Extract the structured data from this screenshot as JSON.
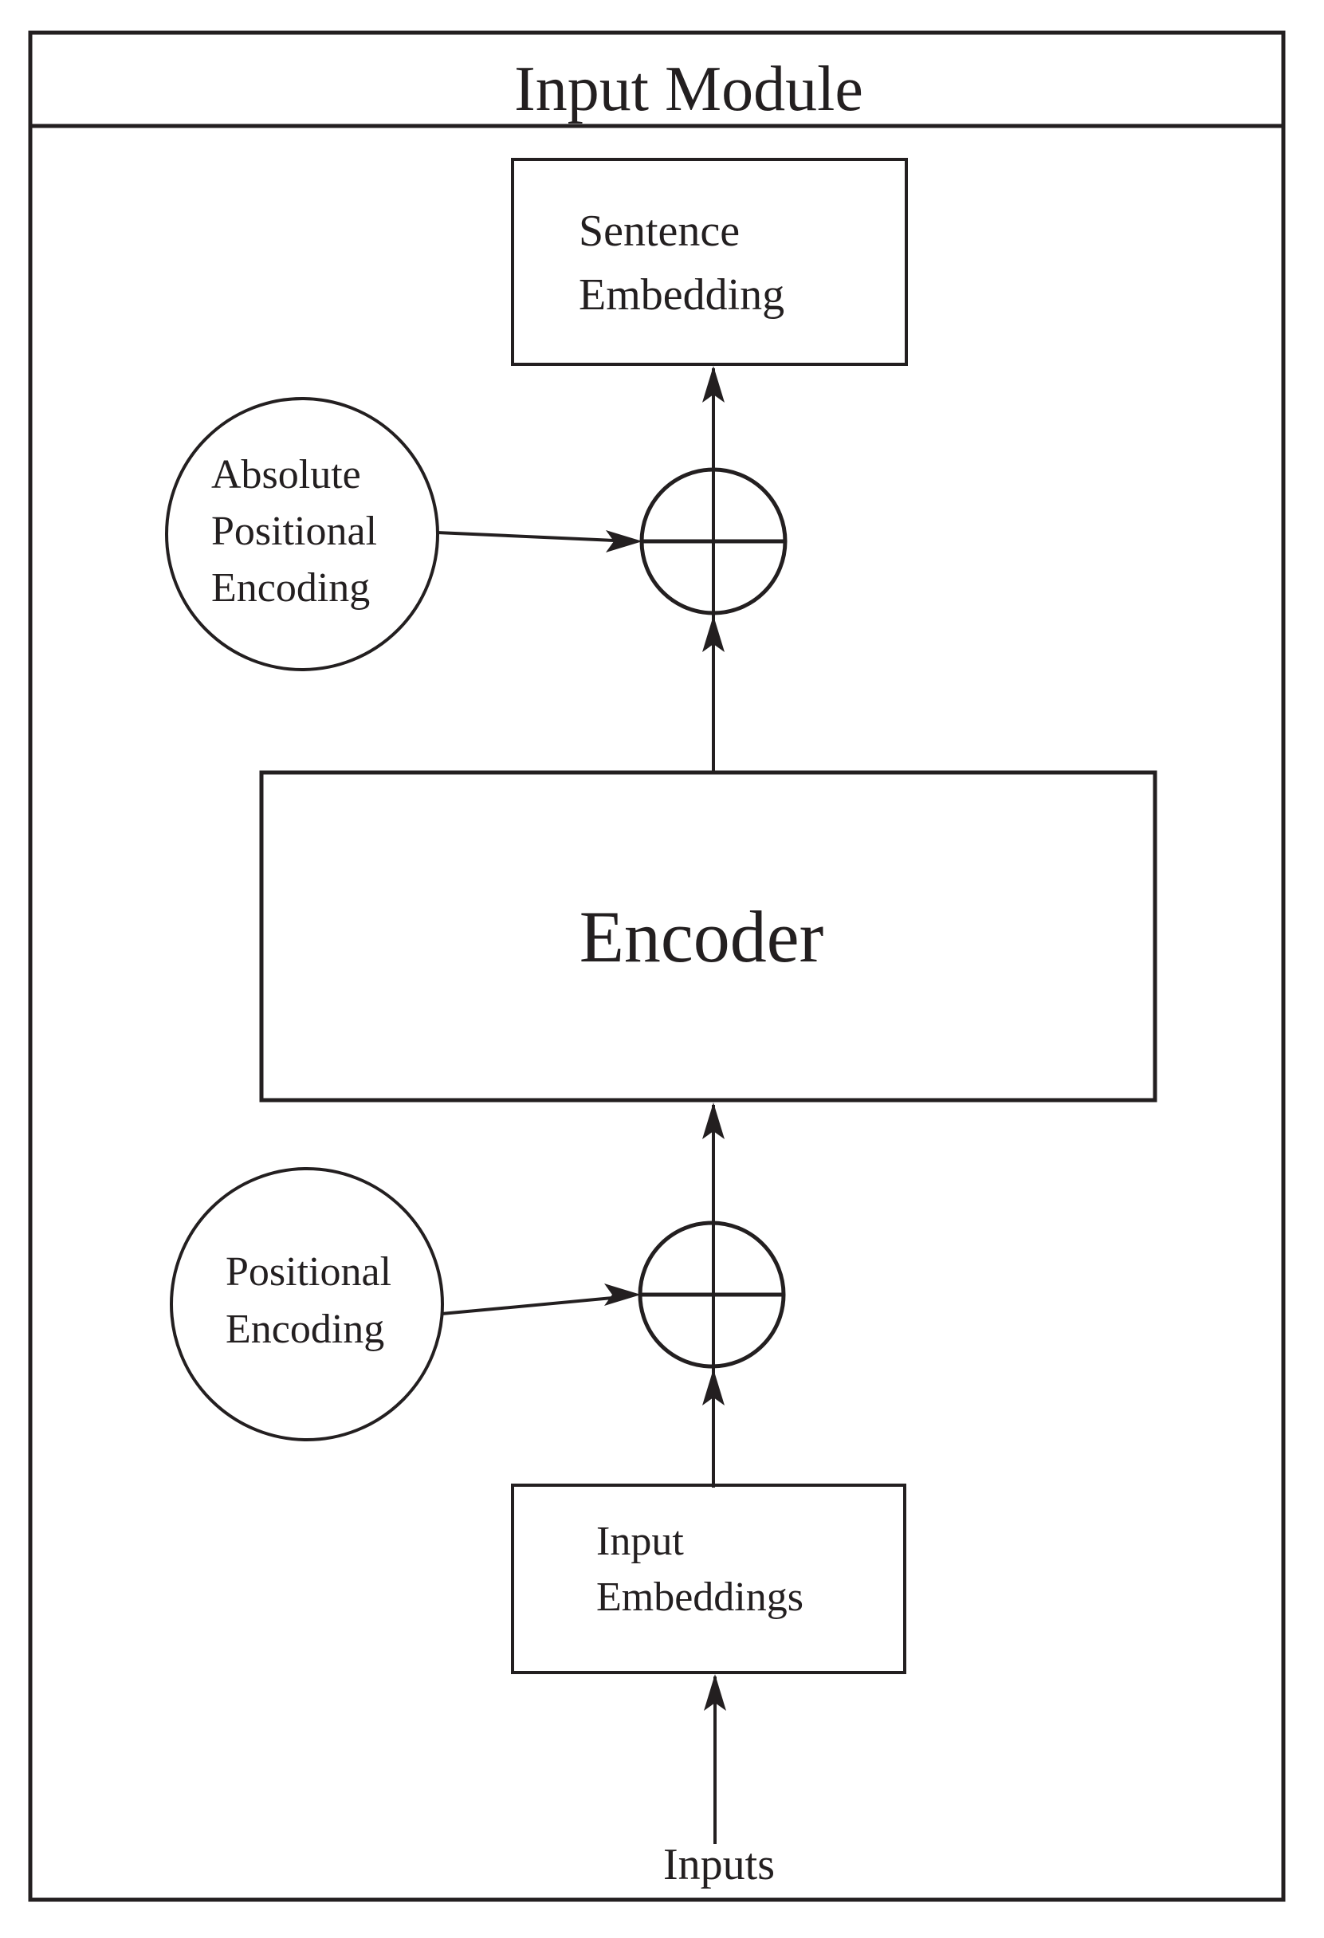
{
  "diagram": {
    "title": "Input Module",
    "nodes": {
      "sentence_embedding": {
        "line1": "Sentence",
        "line2": "Embedding"
      },
      "absolute_positional_encoding": {
        "line1": "Absolute",
        "line2": "Positional",
        "line3": "Encoding"
      },
      "encoder": {
        "label": "Encoder"
      },
      "positional_encoding": {
        "line1": "Positional",
        "line2": "Encoding"
      },
      "input_embeddings": {
        "line1": "Input",
        "line2": "Embeddings"
      },
      "inputs": {
        "label": "Inputs"
      }
    },
    "operators": {
      "upper_add": "plus-in-circle (element-wise add)",
      "lower_add": "plus-in-circle (element-wise add)"
    },
    "colors": {
      "ink": "#231f20",
      "background": "#ffffff"
    }
  }
}
